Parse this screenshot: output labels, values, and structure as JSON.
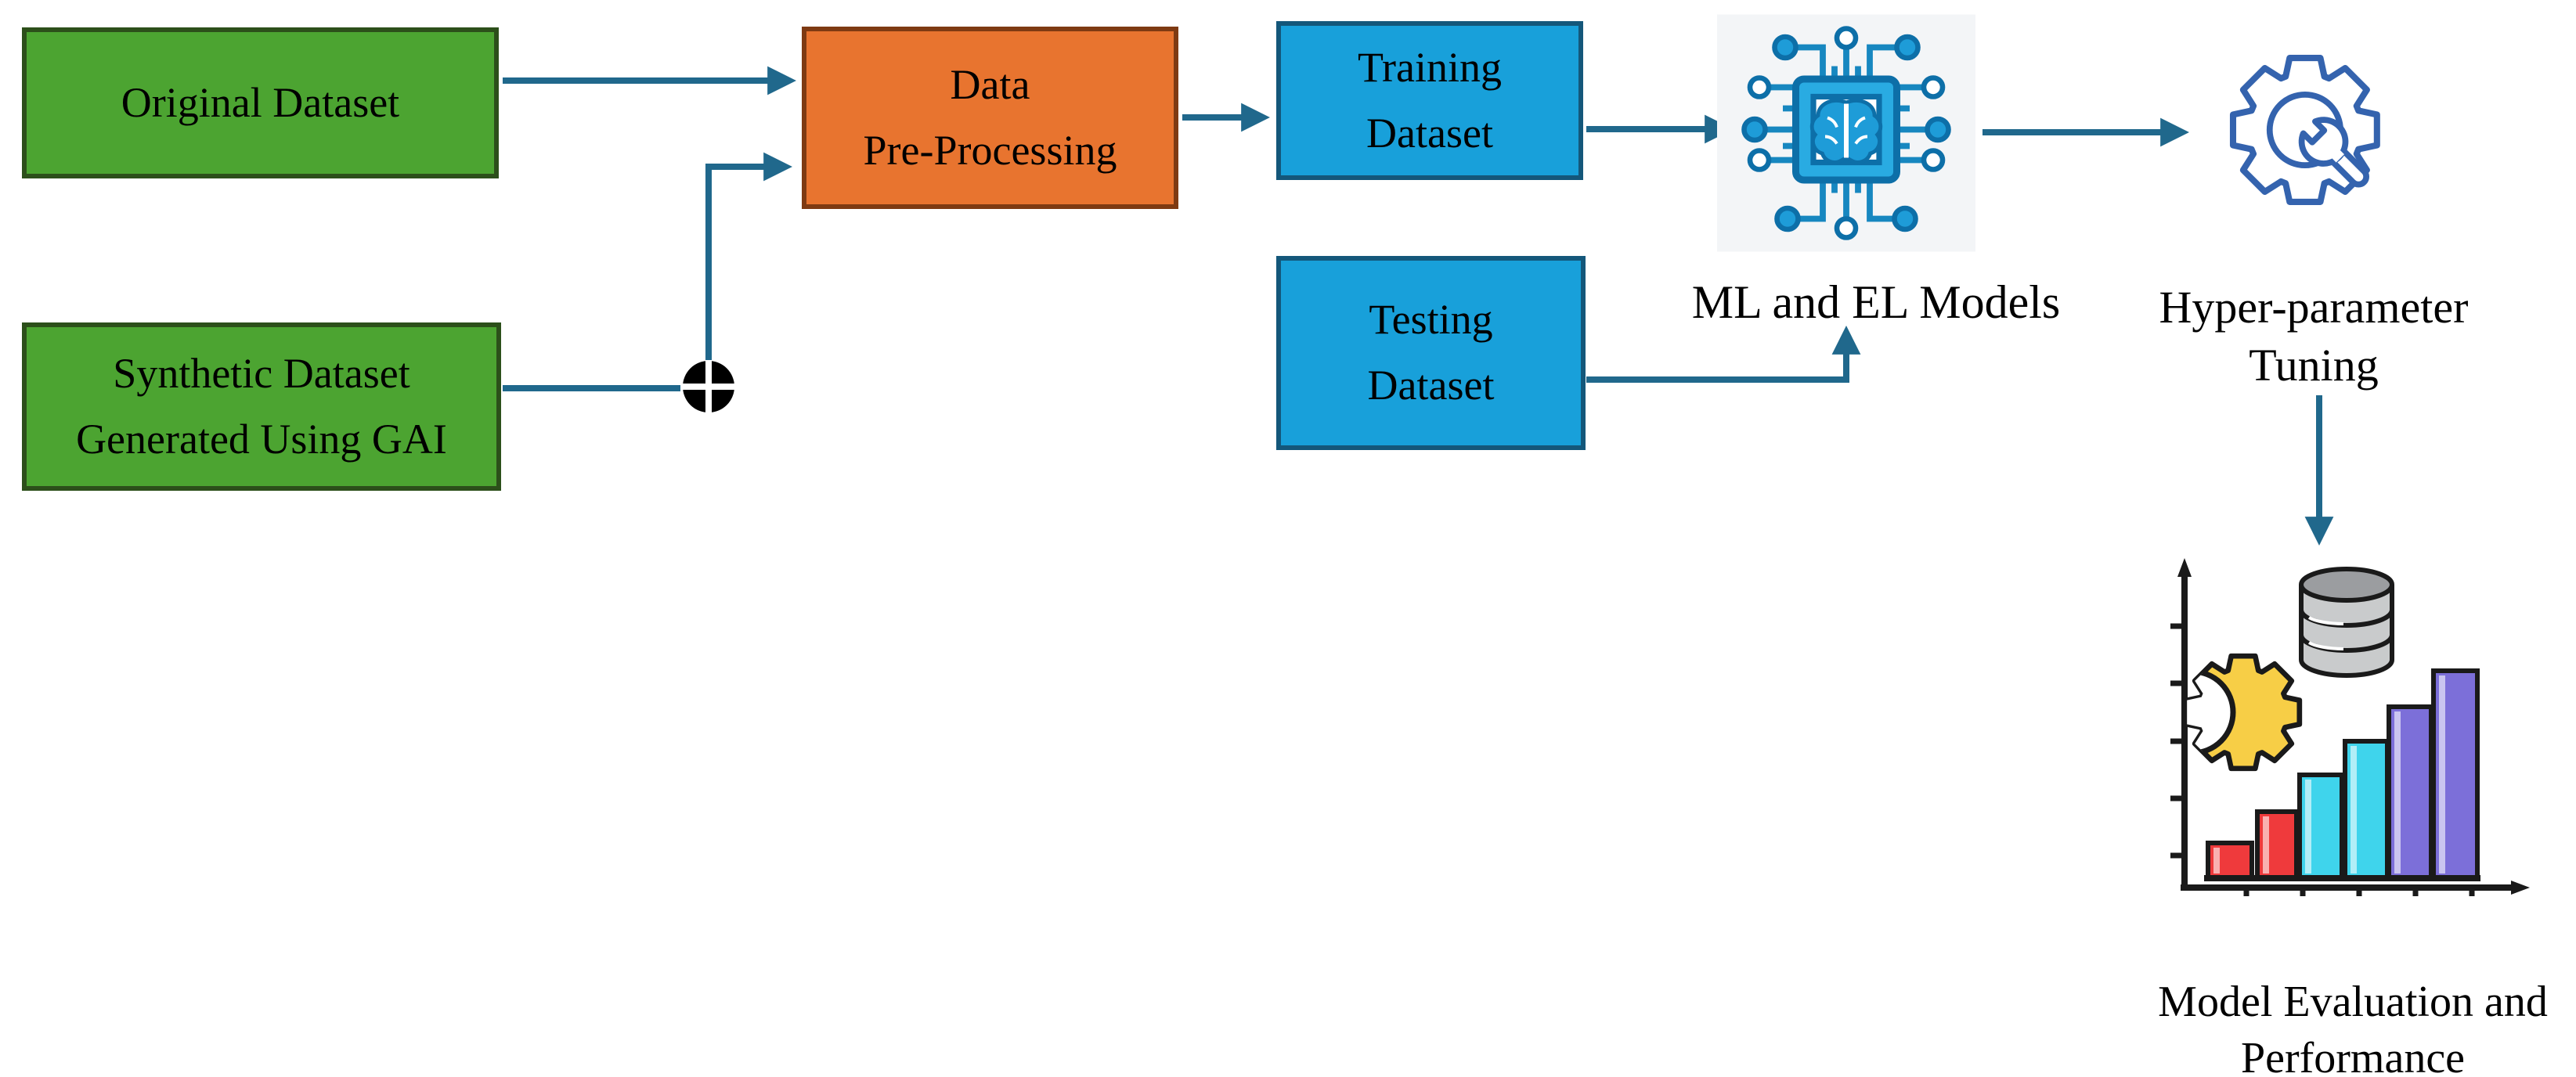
{
  "diagram": {
    "type": "flowchart",
    "background": "#ffffff",
    "palette": {
      "arrow": "#20688C",
      "green_fill": "#4CA431",
      "green_border": "#2C4F1A",
      "orange_fill": "#E8742F",
      "orange_border": "#7E3A12",
      "blue_fill": "#18A0DA",
      "blue_border": "#14577A",
      "chip_blue": "#29ABE2",
      "chip_dark": "#0D6FA8",
      "tuning_icon_blue": "#3463AE",
      "bar_red": "#EF3A3C",
      "bar_cyan": "#3FD4EC",
      "bar_purple": "#7C6FD9",
      "gear_yellow": "#F7CE46",
      "junction_black": "#000000"
    },
    "nodes": {
      "original_dataset": {
        "label": "Original Dataset",
        "shape": "green-box"
      },
      "synthetic_dataset": {
        "line1": "Synthetic Dataset",
        "line2": "Generated Using GAI",
        "shape": "green-box"
      },
      "data_preprocessing": {
        "line1": "Data",
        "line2": "Pre-Processing",
        "shape": "orange-box"
      },
      "training_dataset": {
        "line1": "Training",
        "line2": "Dataset",
        "shape": "blue-box"
      },
      "testing_dataset": {
        "line1": "Testing",
        "line2": "Dataset",
        "shape": "blue-box"
      },
      "ml_el_models": {
        "label": "ML and EL Models",
        "icon": "chip-brain-icon"
      },
      "hyperparameter_tuning": {
        "line1": "Hyper-parameter",
        "line2": "Tuning",
        "icon": "gear-wrench-icon"
      },
      "model_evaluation": {
        "line1": "Model Evaluation and",
        "line2": "Performance",
        "icon": "bar-chart-gear-database-icon"
      }
    },
    "junction": {
      "icon": "merge-plus-circle-junction"
    },
    "edges": [
      {
        "from": "original_dataset",
        "to": "data_preprocessing"
      },
      {
        "from": "synthetic_dataset",
        "to": "merge_junction"
      },
      {
        "from": "merge_junction",
        "to": "data_preprocessing"
      },
      {
        "from": "data_preprocessing",
        "to": "training_dataset"
      },
      {
        "from": "training_dataset",
        "to": "ml_el_models"
      },
      {
        "from": "testing_dataset",
        "to": "ml_el_models"
      },
      {
        "from": "ml_el_models",
        "to": "hyperparameter_tuning"
      },
      {
        "from": "hyperparameter_tuning",
        "to": "model_evaluation"
      }
    ]
  }
}
